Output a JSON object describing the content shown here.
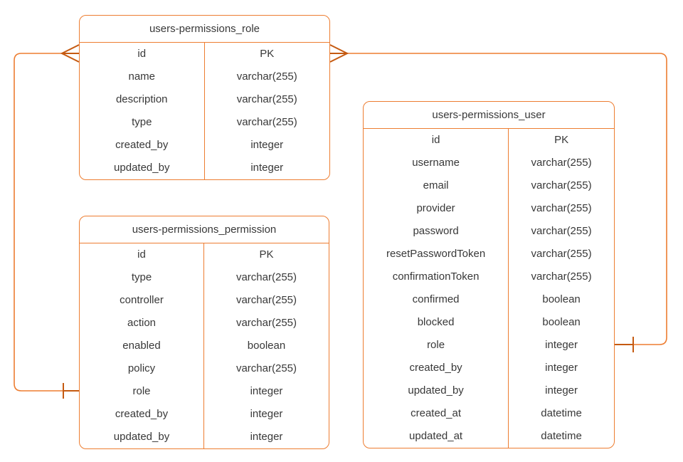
{
  "diagram": {
    "background": "#ffffff",
    "stroke_color": "#ED7D31",
    "marker_color": "#C55A11",
    "text_color": "#383838",
    "tables": [
      {
        "key": "role",
        "title": "users-permissions_role",
        "fields": [
          {
            "name": "id",
            "type": "PK"
          },
          {
            "name": "name",
            "type": "varchar(255)"
          },
          {
            "name": "description",
            "type": "varchar(255)"
          },
          {
            "name": "type",
            "type": "varchar(255)"
          },
          {
            "name": "created_by",
            "type": "integer"
          },
          {
            "name": "updated_by",
            "type": "integer"
          }
        ]
      },
      {
        "key": "permission",
        "title": "users-permissions_permission",
        "fields": [
          {
            "name": "id",
            "type": "PK"
          },
          {
            "name": "type",
            "type": "varchar(255)"
          },
          {
            "name": "controller",
            "type": "varchar(255)"
          },
          {
            "name": "action",
            "type": "varchar(255)"
          },
          {
            "name": "enabled",
            "type": "boolean"
          },
          {
            "name": "policy",
            "type": "varchar(255)"
          },
          {
            "name": "role",
            "type": "integer"
          },
          {
            "name": "created_by",
            "type": "integer"
          },
          {
            "name": "updated_by",
            "type": "integer"
          }
        ]
      },
      {
        "key": "user",
        "title": "users-permissions_user",
        "fields": [
          {
            "name": "id",
            "type": "PK"
          },
          {
            "name": "username",
            "type": "varchar(255)"
          },
          {
            "name": "email",
            "type": "varchar(255)"
          },
          {
            "name": "provider",
            "type": "varchar(255)"
          },
          {
            "name": "password",
            "type": "varchar(255)"
          },
          {
            "name": "resetPasswordToken",
            "type": "varchar(255)"
          },
          {
            "name": "confirmationToken",
            "type": "varchar(255)"
          },
          {
            "name": "confirmed",
            "type": "boolean"
          },
          {
            "name": "blocked",
            "type": "boolean"
          },
          {
            "name": "role",
            "type": "integer"
          },
          {
            "name": "created_by",
            "type": "integer"
          },
          {
            "name": "updated_by",
            "type": "integer"
          },
          {
            "name": "created_at",
            "type": "datetime"
          },
          {
            "name": "updated_at",
            "type": "datetime"
          }
        ]
      }
    ],
    "relationships": [
      {
        "from_table": "users-permissions_role",
        "from_field": "id",
        "from_cardinality": "many",
        "to_table": "users-permissions_permission",
        "to_field": "role",
        "to_cardinality": "one"
      },
      {
        "from_table": "users-permissions_role",
        "from_field": "id",
        "from_cardinality": "many",
        "to_table": "users-permissions_user",
        "to_field": "role",
        "to_cardinality": "one"
      }
    ]
  }
}
